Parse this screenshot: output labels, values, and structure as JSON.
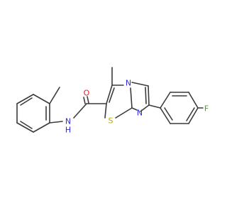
{
  "molecule": {
    "atoms": {
      "fluorine": "F",
      "carbonyl_oxygen": "O",
      "amide_nitrogen": "N",
      "amide_hydrogen": "H",
      "thiazole_sulfur": "S",
      "imidazole_nitrogen": "N",
      "bridgehead_nitrogen": "N"
    },
    "colors": {
      "bond": "#3b3b3b",
      "carbon_text": "#3b3b3b",
      "nitrogen": "#2a2ae0",
      "oxygen": "#e0201a",
      "sulfur": "#b9a800",
      "fluorine": "#4f9a2e"
    }
  }
}
